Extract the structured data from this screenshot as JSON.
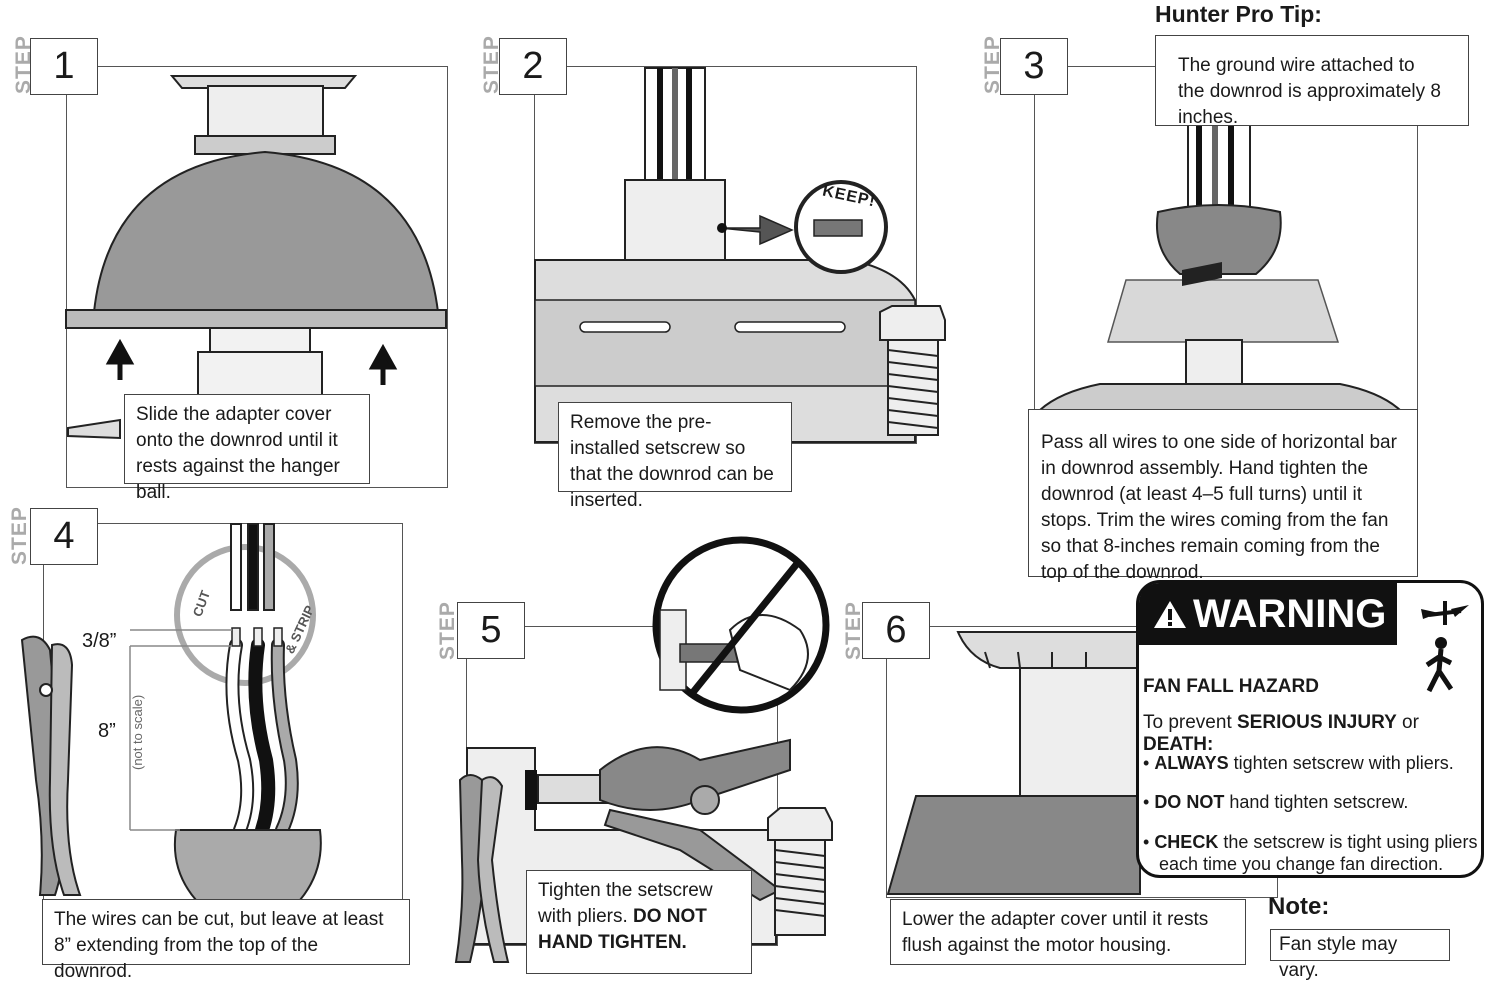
{
  "protip": {
    "title": "Hunter Pro Tip:",
    "text": "The ground wire attached to the downrod is approximately 8 inches."
  },
  "steps": [
    {
      "label": "STEP",
      "number": "1",
      "caption": "Slide the adapter cover onto the downrod until it rests against the hanger ball."
    },
    {
      "label": "STEP",
      "number": "2",
      "caption": "Remove the pre-installed setscrew so that the downrod can be inserted.",
      "badge": "KEEP!"
    },
    {
      "label": "STEP",
      "number": "3",
      "caption": "Pass all wires to one side of horizontal bar in downrod assembly. Hand tighten the downrod (at least 4–5 full turns) until it stops. Trim the wires coming from the fan so that 8-inches remain coming from the top of the downrod."
    },
    {
      "label": "STEP",
      "number": "4",
      "caption": "The wires can be cut, but leave at least 8” extending from the top of the downrod.",
      "dim_small": "3/8”",
      "dim_large": "8”",
      "scale_note": "(not to scale)",
      "cut": "CUT",
      "strip": "& STRIP"
    },
    {
      "label": "STEP",
      "number": "5",
      "caption_plain": "Tighten the setscrew with pliers. ",
      "caption_bold": "DO NOT HAND TIGHTEN."
    },
    {
      "label": "STEP",
      "number": "6",
      "caption": "Lower the adapter cover until it rests flush against the motor housing."
    }
  ],
  "warning": {
    "title": "WARNING",
    "hazard": "FAN FALL HAZARD",
    "intro_plain_1": "To prevent ",
    "intro_bold_1": "SERIOUS INJURY",
    "intro_plain_2": " or ",
    "intro_bold_2": "DEATH:",
    "bullets": [
      {
        "bold": "ALWAYS",
        "rest": " tighten setscrew with pliers."
      },
      {
        "bold": "DO NOT",
        "rest": " hand tighten setscrew."
      },
      {
        "bold": "CHECK",
        "rest": " the setscrew is tight using pliers each time you change fan direction."
      }
    ]
  },
  "note": {
    "title": "Note:",
    "text": "Fan style may vary."
  }
}
